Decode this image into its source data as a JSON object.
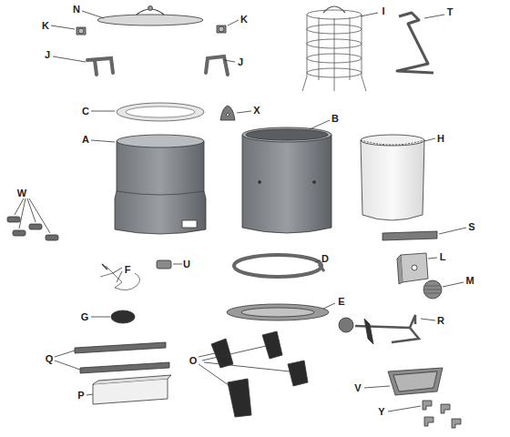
{
  "diagram": {
    "labels": [
      "N",
      "K",
      "K",
      "I",
      "T",
      "J",
      "J",
      "C",
      "X",
      "A",
      "B",
      "H",
      "W",
      "S",
      "F",
      "U",
      "L",
      "M",
      "D",
      "G",
      "E",
      "R",
      "Q",
      "O",
      "V",
      "P",
      "Y"
    ]
  }
}
